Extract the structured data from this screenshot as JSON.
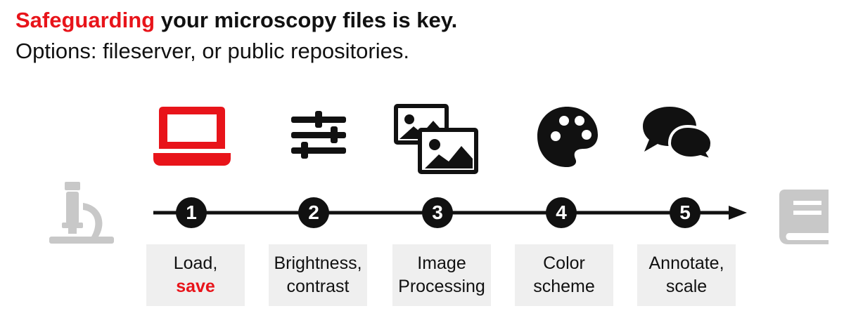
{
  "header": {
    "title_highlight": "Safeguarding",
    "title_rest": " your microscopy files is key.",
    "subtitle": "Options: fileserver, or public repositories."
  },
  "colors": {
    "accent": "#e8141a",
    "ink": "#111111",
    "muted": "#c8c8c8",
    "label_bg": "#efefef"
  },
  "steps": [
    {
      "number": "1",
      "icon": "laptop-icon",
      "line1": "Load,",
      "line2": "save",
      "line2_highlight": true
    },
    {
      "number": "2",
      "icon": "sliders-icon",
      "line1": "Brightness,",
      "line2": "contrast"
    },
    {
      "number": "3",
      "icon": "images-icon",
      "line1": "Image",
      "line2": "Processing"
    },
    {
      "number": "4",
      "icon": "palette-icon",
      "line1": "Color",
      "line2": "scheme"
    },
    {
      "number": "5",
      "icon": "comments-icon",
      "line1": "Annotate,",
      "line2": "scale"
    }
  ],
  "start_icon": "microscope-icon",
  "end_icon": "book-icon"
}
